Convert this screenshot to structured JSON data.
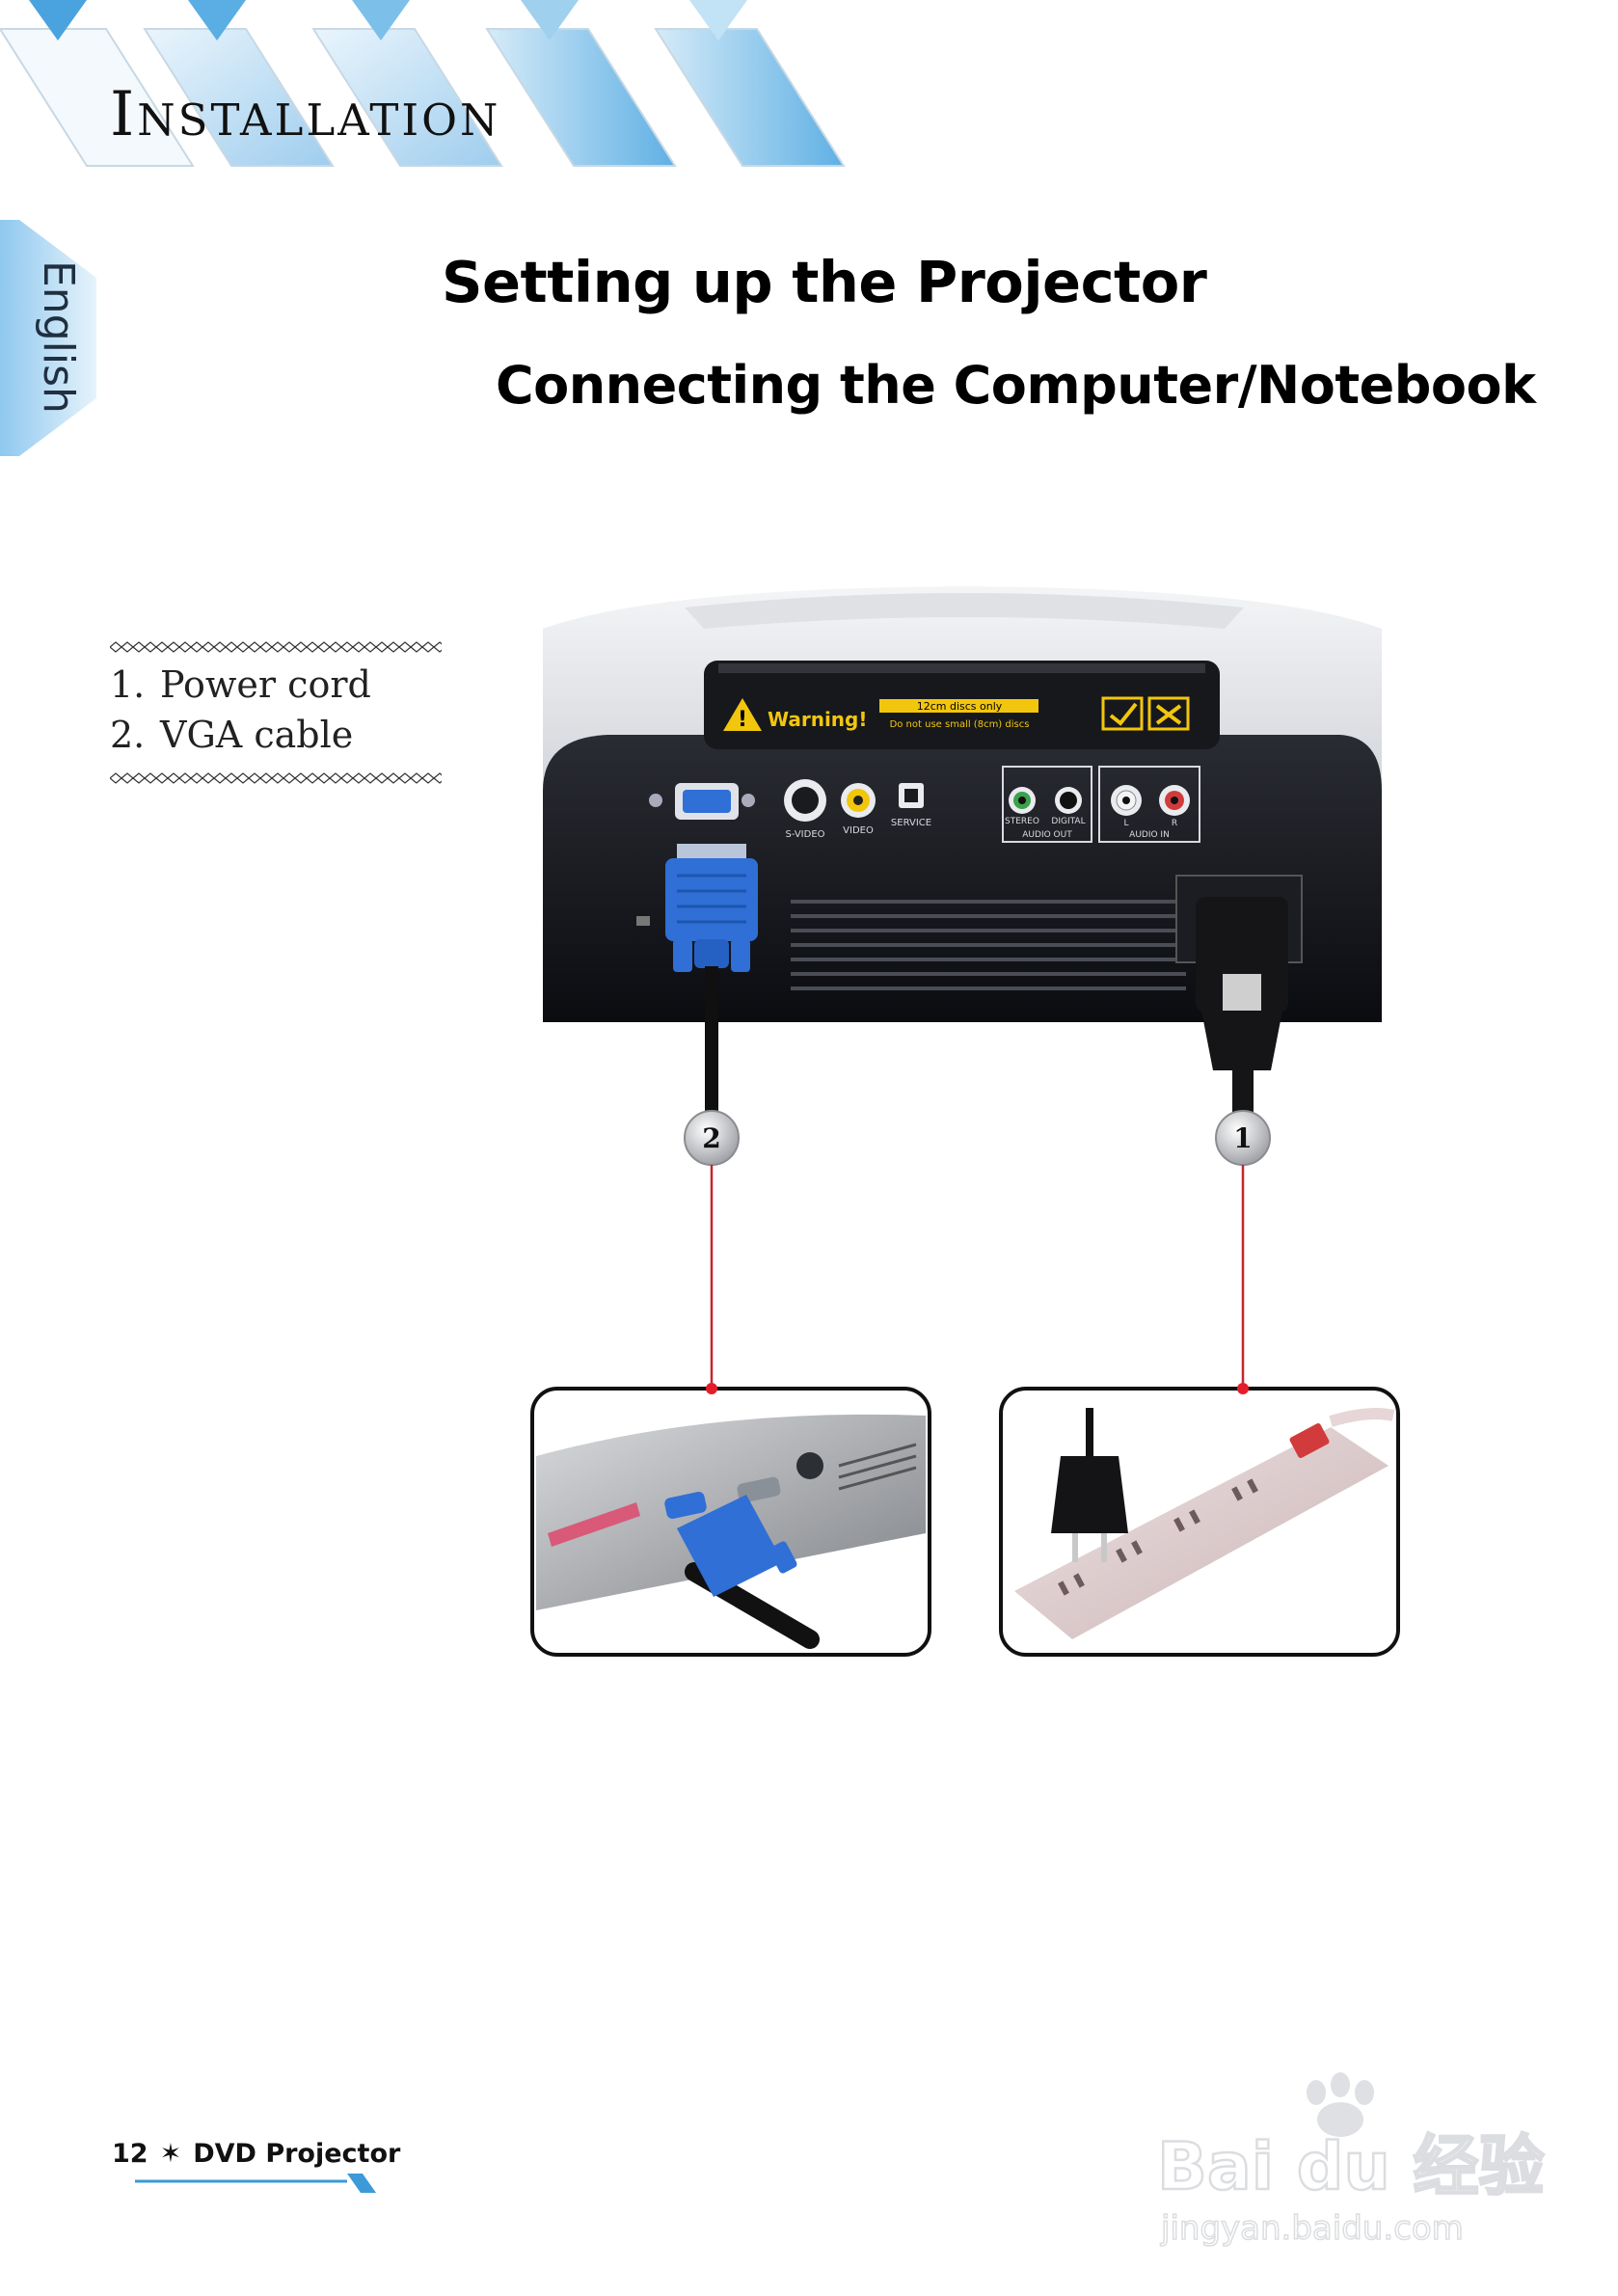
{
  "header": {
    "section_title": "Installation"
  },
  "language_tab": {
    "label": "English"
  },
  "page": {
    "heading": "Setting up the Projector",
    "subheading": "Connecting the Computer/Notebook"
  },
  "parts": [
    {
      "number": "1.",
      "label": "Power cord"
    },
    {
      "number": "2.",
      "label": "VGA cable"
    }
  ],
  "diagram": {
    "warning_label": "Warning!",
    "disc_notice_line1": "12cm discs only",
    "disc_notice_line2": "Do not use small (8cm) discs",
    "port_labels": {
      "svideo": "S-VIDEO",
      "video": "VIDEO",
      "service": "SERVICE",
      "stereo": "STEREO",
      "digital": "DIGITAL",
      "audio_out": "AUDIO OUT",
      "audio_in_l": "L",
      "audio_in_r": "R",
      "audio_in": "AUDIO IN"
    },
    "callouts": [
      "2",
      "1"
    ]
  },
  "footer": {
    "page_number": "12",
    "separator": "✶",
    "product": "DVD Projector"
  },
  "watermark": {
    "brand": "Bai du 经验",
    "url": "jingyan.baidu.com"
  },
  "colors": {
    "accent_blue": "#3c9ad8",
    "banner_blue": "#bfe0f5",
    "vga_blue": "#2f6fd6",
    "connector_red": "#c4262b"
  }
}
